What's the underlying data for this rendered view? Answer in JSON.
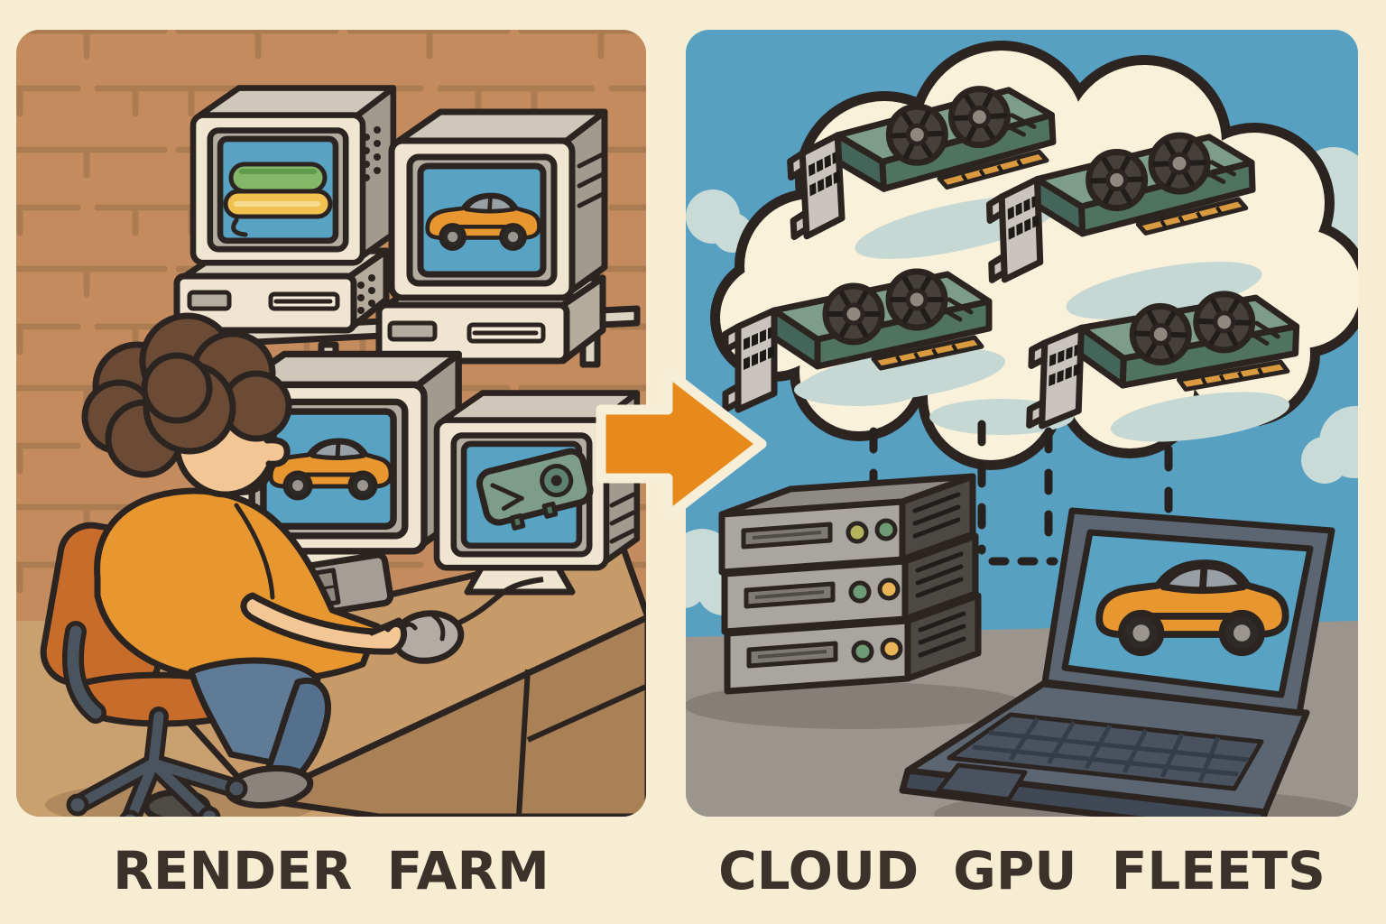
{
  "panels": {
    "left": {
      "label": "RENDER FARM",
      "scene": [
        "brick-wall",
        "crt-monitor-partial-render",
        "crt-monitor-car",
        "desktop-tower-1",
        "desktop-tower-2",
        "shelf",
        "crt-monitor-car-2",
        "crt-monitor-gpu-sketch",
        "artist",
        "office-chair",
        "wooden-desk",
        "keyboard",
        "mouse"
      ]
    },
    "right": {
      "label": "CLOUD GPU FLEETS",
      "scene": [
        "sky",
        "cloud",
        "gpu-card-1",
        "gpu-card-2",
        "gpu-card-3",
        "gpu-card-4",
        "dashed-connections",
        "server-stack",
        "laptop-car-render"
      ]
    }
  },
  "arrow": {
    "name": "transition-arrow-icon",
    "direction": "right"
  },
  "colors": {
    "background_cream": "#f7edd3",
    "brick_wall": "#c48b5e",
    "mortar": "#ab7c52",
    "floor": "#c9a06f",
    "sky_blue": "#57a0c2",
    "cloud_cream": "#f9f1da",
    "screen_blue": "#58a2c4",
    "computer_beige": "#efe5d1",
    "car_orange": "#e8962f",
    "arrow_orange": "#e8891c",
    "gpu_green": "#7e9c8b",
    "gpu_green_dark": "#4f7261",
    "bracket_gray": "#c9c5be",
    "connector_gold": "#da9b40",
    "server_gray": "#a9a5a1",
    "server_side": "#4c4844",
    "ground_gray": "#9b958d",
    "laptop_body": "#5c6673",
    "outline_dark": "#2b2420",
    "label_text": "#3a322b",
    "shirt_orange": "#e8962f",
    "jeans_blue": "#5f7b96",
    "chair_orange": "#c86c2c",
    "led_green": "#6f9b74",
    "led_yellow": "#e9b357"
  }
}
